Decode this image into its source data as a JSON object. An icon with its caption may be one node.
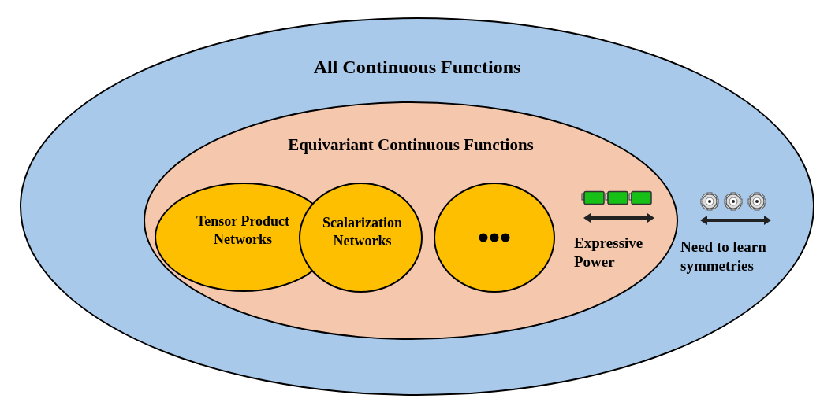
{
  "diagram": {
    "nodes": [
      {
        "text": [
          "All Continuous Functions"
        ]
      },
      {
        "text": [
          "Equivariant Continuous Functions"
        ],
        "in": 0
      },
      {
        "text": [
          "Tensor Product Networks"
        ],
        "in": 1
      },
      {
        "text": [
          "Scalarization Networks"
        ],
        "in": 1
      },
      {
        "text": [],
        "shape": "circle",
        "in": 1
      }
    ],
    "edges": [],
    "labels": [
      "Expressive Power",
      "Need to learn symmetries"
    ]
  }
}
